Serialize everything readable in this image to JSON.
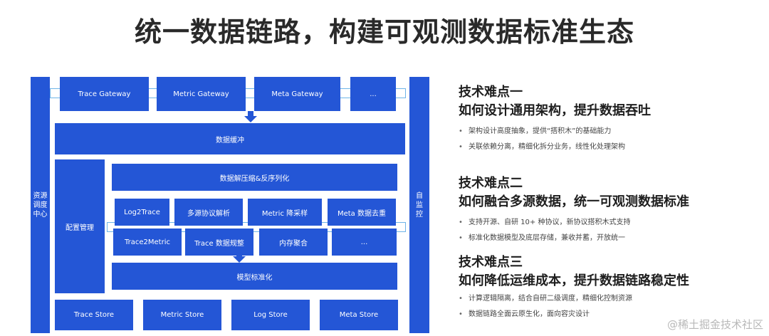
{
  "title": "统一数据链路，构建可观测数据标准生态",
  "diagram": {
    "left_side": "资源调度中心",
    "right_side": "自监控",
    "gateways": [
      "Trace Gateway",
      "Metric Gateway",
      "Meta Gateway",
      "..."
    ],
    "buffer": "数据缓冲",
    "config": "配置管理",
    "decompress": "数据解压缩&反序列化",
    "processors_row1": [
      "Log2Trace",
      "多源协议解析",
      "Metric 降采样",
      "Meta 数据去重"
    ],
    "processors_row2": [
      "Trace2Metric",
      "Trace 数据规整",
      "内存聚合",
      "..."
    ],
    "model": "模型标准化",
    "stores": [
      "Trace Store",
      "Metric Store",
      "Log Store",
      "Meta Store"
    ]
  },
  "sections": [
    {
      "heading1": "技术难点一",
      "heading2": "如何设计通用架构，提升数据吞吐",
      "bullets": [
        "架构设计高度抽象，提供“搭积木”的基础能力",
        "关联依赖分离，精细化拆分业务，线性化处理架构"
      ]
    },
    {
      "heading1": "技术难点二",
      "heading2": "如何融合多源数据，统一可观测数据标准",
      "bullets": [
        "支持开源、自研 10+ 种协议，新协议搭积木式支持",
        "标准化数据模型及底层存储，兼收并蓄，开放统一"
      ]
    },
    {
      "heading1": "技术难点三",
      "heading2": "如何降低运维成本，提升数据链路稳定性",
      "bullets": [
        "计算逻辑隔离，结合自研二级调度，精细化控制资源",
        "数据链路全面云原生化，面向容灾设计"
      ]
    }
  ],
  "watermark": "@稀土掘金技术社区"
}
